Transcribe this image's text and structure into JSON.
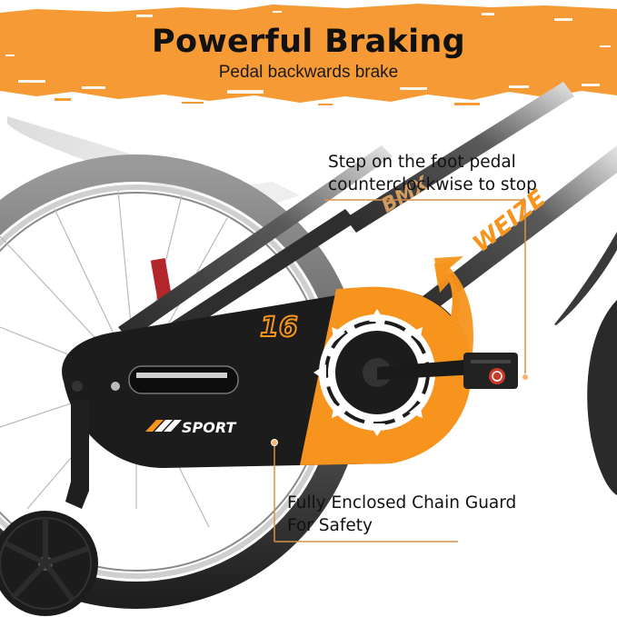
{
  "header": {
    "title": "Powerful Braking",
    "subtitle": "Pedal backwards brake"
  },
  "callouts": {
    "pedal": {
      "line1": "Step on the foot pedal",
      "line2": "counterclockwise to stop"
    },
    "chain_guard": {
      "line1": "Fully Enclosed Chain Guard",
      "line2": "For Safety"
    }
  },
  "product_markings": {
    "wheel_size": "16",
    "chain_guard_logo": "SPORT",
    "frame_brand": "WEIZE",
    "frame_model": "BMX"
  },
  "icons": {
    "rotation_arrow": "curved-arrow-counterclockwise",
    "callout_dot": "orange-dot"
  },
  "colors": {
    "brand_orange": "#F7941D",
    "banner_orange": "#F59A35",
    "callout_line": "#D9904A",
    "bike_black": "#1c1c1c",
    "text": "#111111"
  }
}
